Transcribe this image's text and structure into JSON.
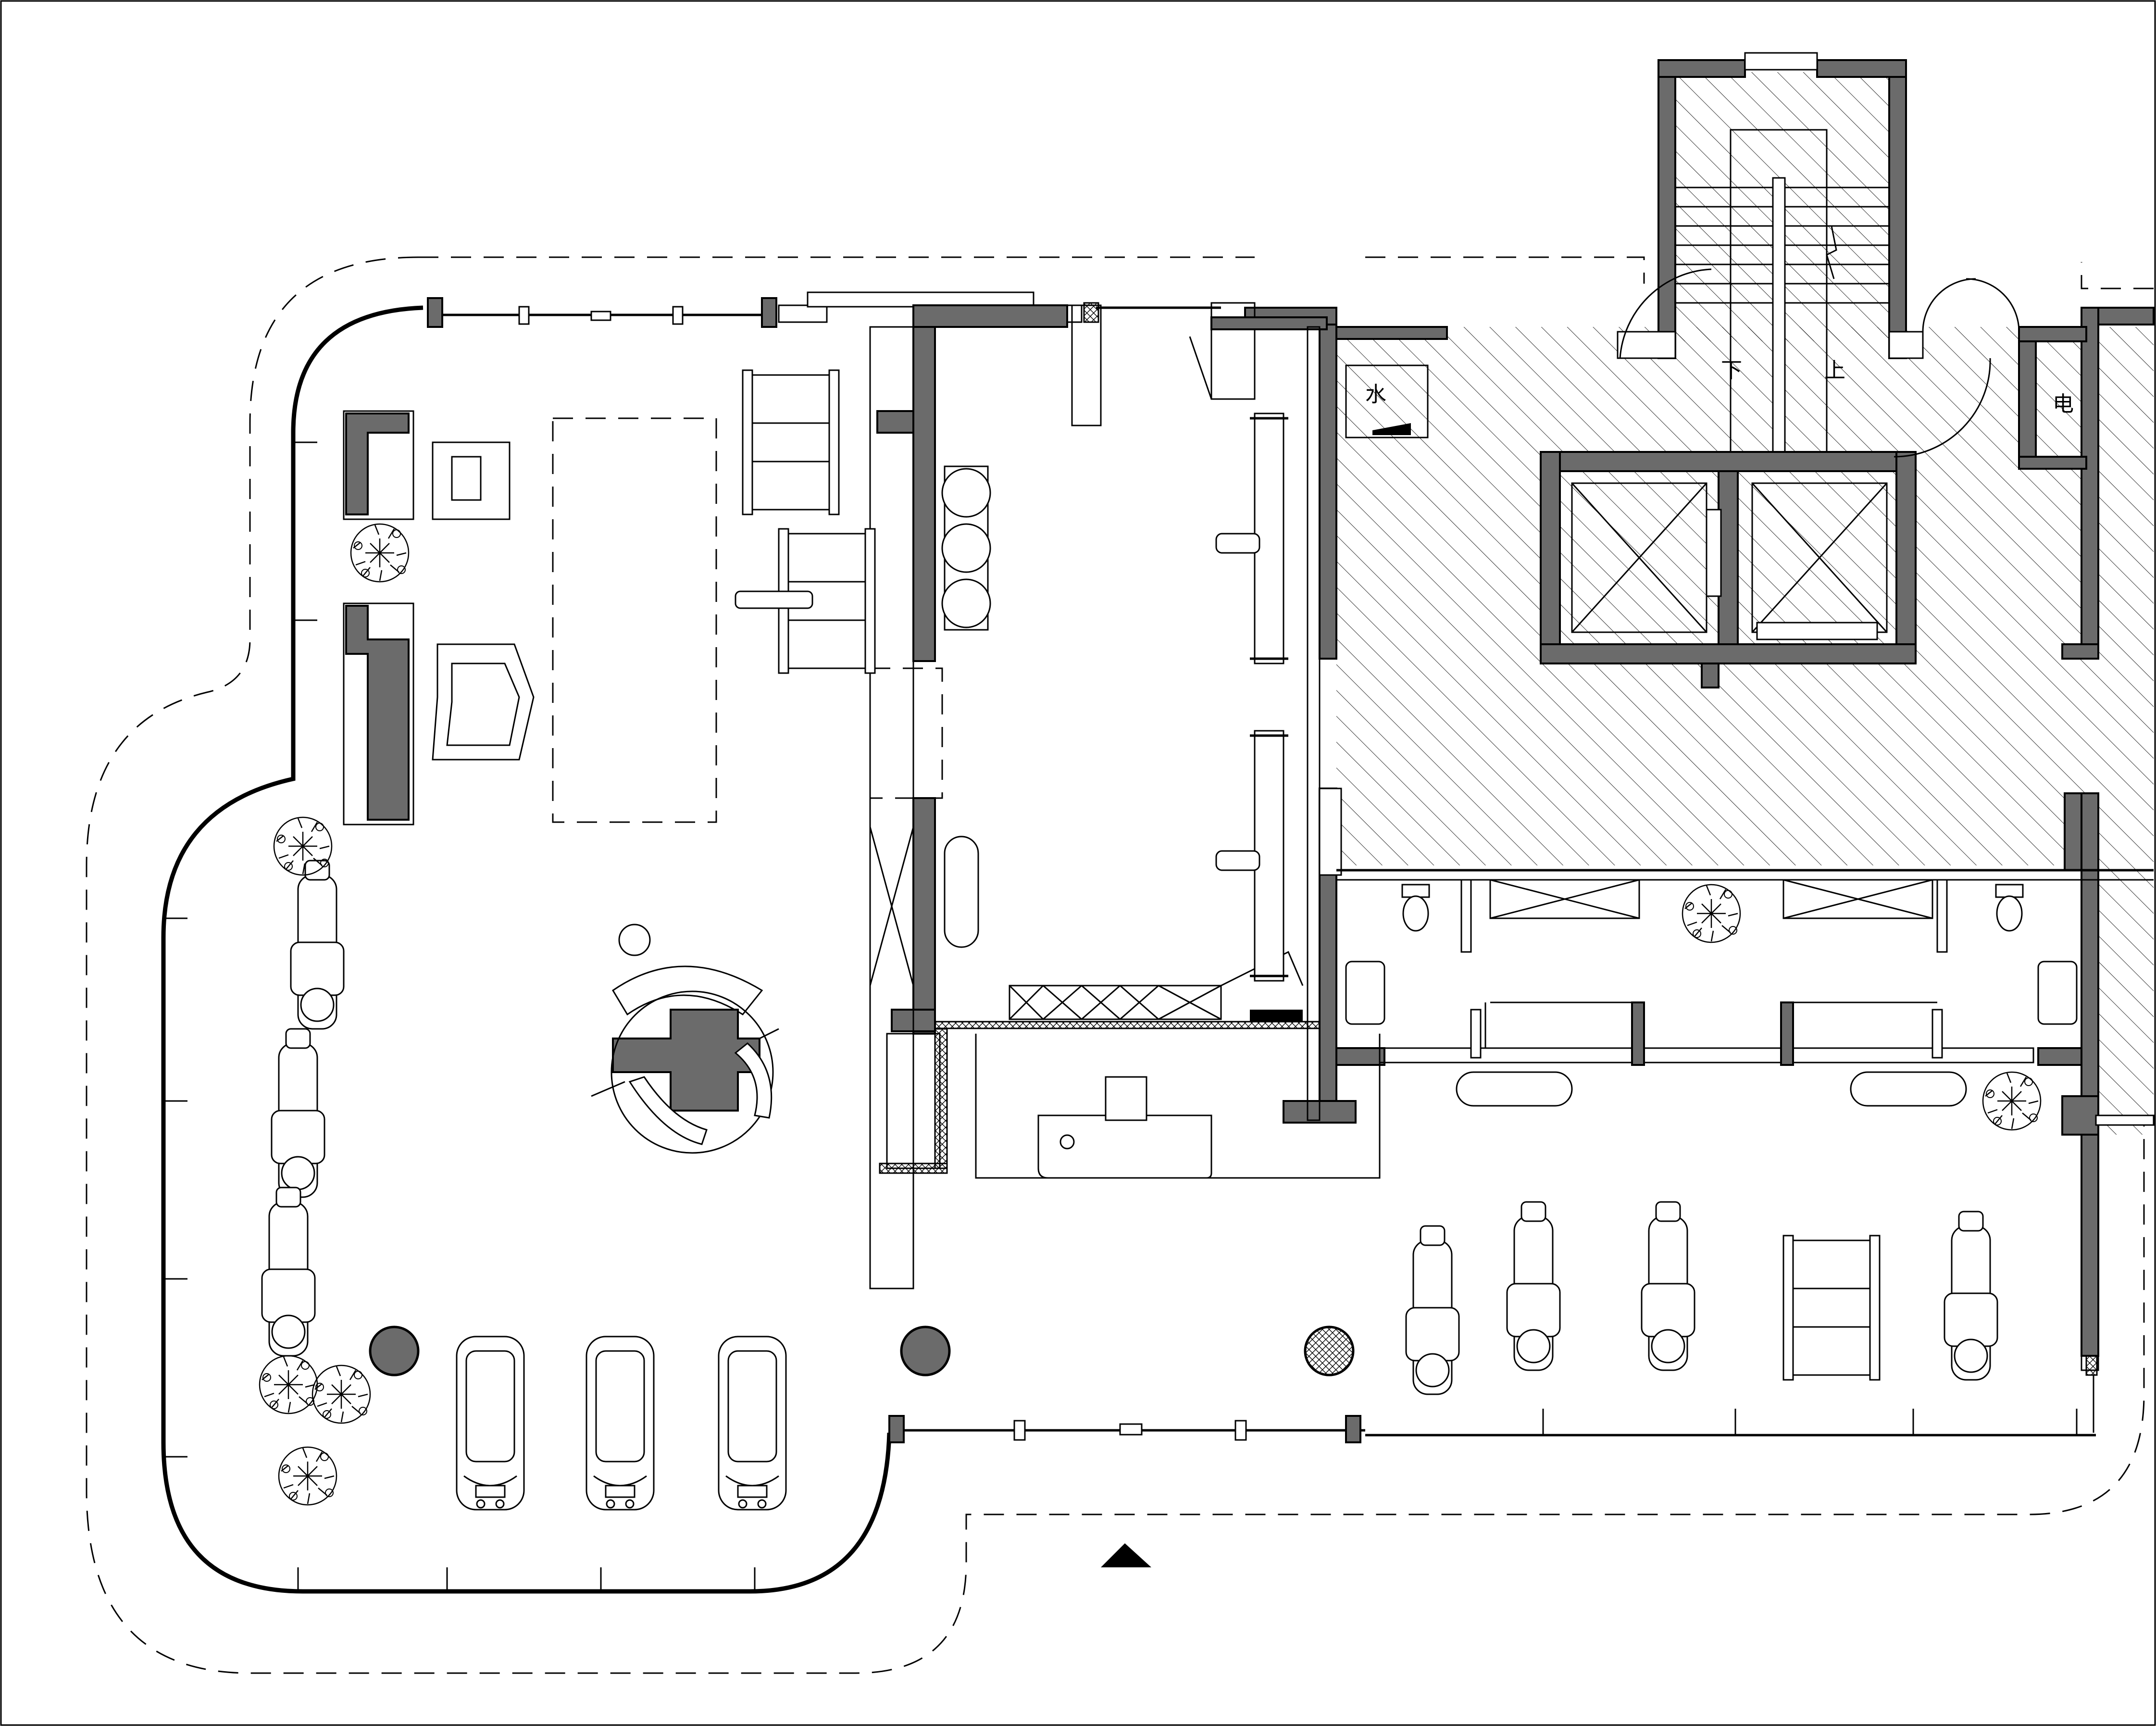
{
  "labels": {
    "water_room": "水",
    "electric_room": "电",
    "stair_down": "下",
    "stair_up": "上"
  },
  "colors": {
    "wall_fill": "#6b6b6b",
    "line": "#000000",
    "background": "#ffffff"
  },
  "icons": [
    "entrance-arrow-icon",
    "tree-icon",
    "toilet-icon",
    "sink-icon",
    "door-swing-icon"
  ]
}
